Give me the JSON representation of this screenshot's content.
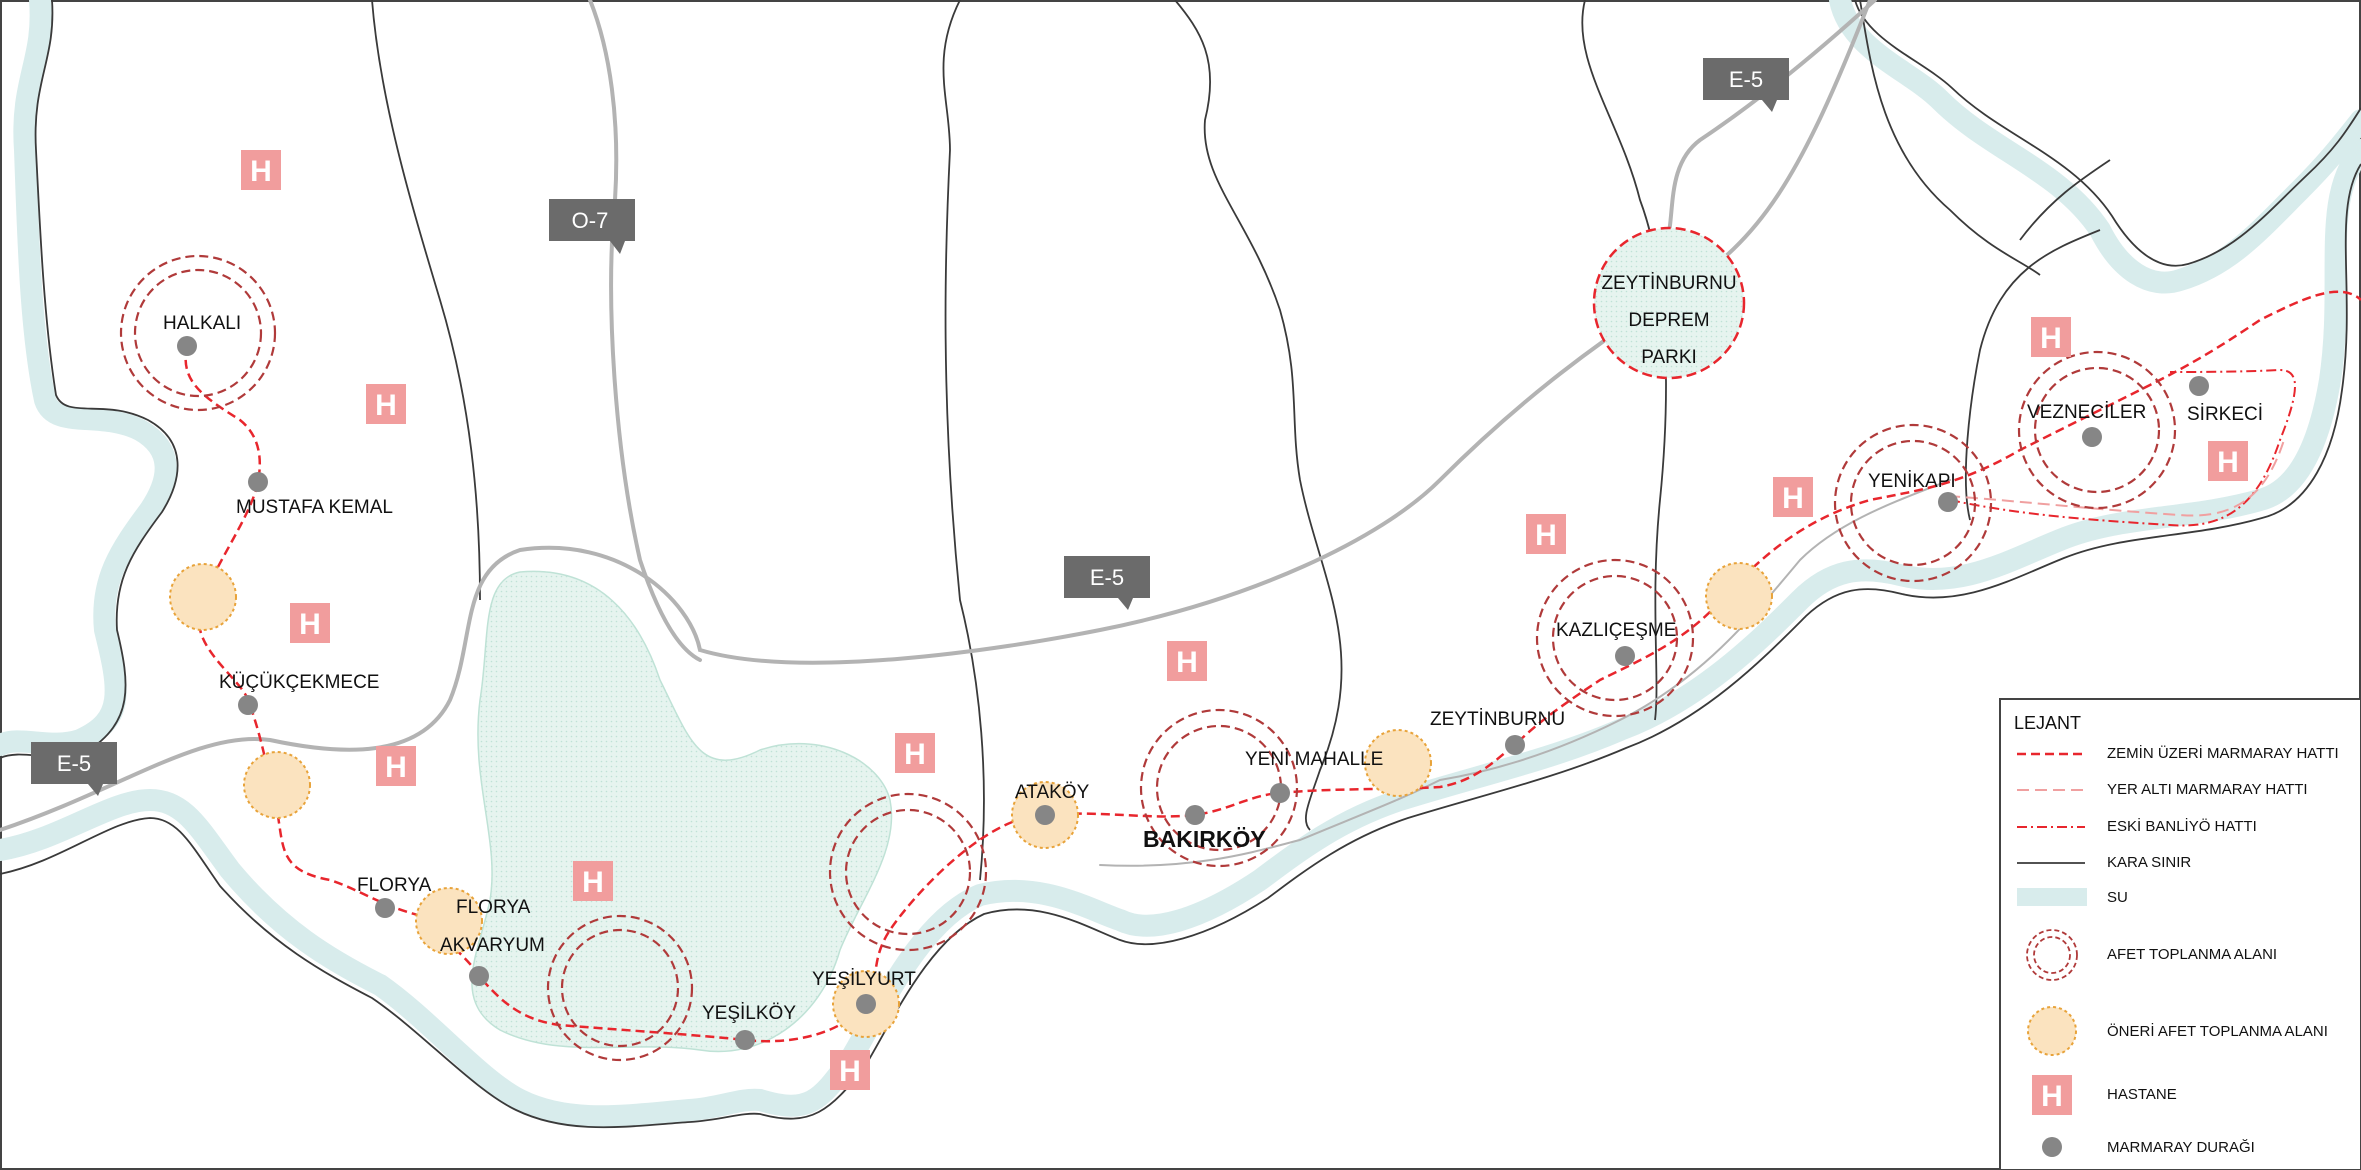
{
  "roads": [
    {
      "id": "o7",
      "label": "O-7"
    },
    {
      "id": "e5_west",
      "label": "E-5"
    },
    {
      "id": "e5_center",
      "label": "E-5"
    },
    {
      "id": "e5_north",
      "label": "E-5"
    }
  ],
  "stations": [
    {
      "id": "halkali",
      "label": "HALKALI"
    },
    {
      "id": "mustafa_kemal",
      "label": "MUSTAFA KEMAL"
    },
    {
      "id": "kucukcekmece",
      "label": "KÜÇÜKÇEKMECE"
    },
    {
      "id": "florya",
      "label": "FLORYA"
    },
    {
      "id": "florya_akvaryum_1",
      "label": "FLORYA"
    },
    {
      "id": "florya_akvaryum_2",
      "label": "AKVARYUM"
    },
    {
      "id": "yesilkoy",
      "label": "YEŞİLKÖY"
    },
    {
      "id": "yesilyurt",
      "label": "YEŞİLYURT"
    },
    {
      "id": "atakoy",
      "label": "ATAKÖY"
    },
    {
      "id": "bakirkoy",
      "label": "BAKIRKÖY"
    },
    {
      "id": "yeni_mahalle",
      "label": "YENİ MAHALLE"
    },
    {
      "id": "zeytinburnu",
      "label": "ZEYTİNBURNU"
    },
    {
      "id": "kazlicesme",
      "label": "KAZLIÇEŞME"
    },
    {
      "id": "yenikapi",
      "label": "YENİKAPI"
    },
    {
      "id": "vezneciler",
      "label": "VEZNECİLER"
    },
    {
      "id": "sirkeci",
      "label": "SİRKECİ"
    }
  ],
  "park": {
    "line1": "ZEYTİNBURNU",
    "line2": "DEPREM",
    "line3": "PARKI"
  },
  "hospital_letter": "H",
  "legend": {
    "title": "LEJANT",
    "items": [
      {
        "label": "ZEMİN ÜZERİ MARMARAY HATTI"
      },
      {
        "label": "YER ALTI MARMARAY HATTI"
      },
      {
        "label": "ESKİ BANLİYÖ HATTI"
      },
      {
        "label": "KARA SINIR"
      },
      {
        "label": "SU"
      },
      {
        "label": "AFET TOPLANMA ALANI"
      },
      {
        "label": "ÖNERİ AFET TOPLANMA ALANI"
      },
      {
        "label": "HASTANE"
      },
      {
        "label": "MARMARAY DURAĞI"
      }
    ]
  },
  "colors": {
    "water": "#d8ecec",
    "land_border": "#3a3a3a",
    "road": "#b3b3b3",
    "rail_surface": "#e8262d",
    "rail_underground": "#f0a0a0",
    "old_suburban": "#e8262d",
    "assembly_ring": "#b03a3a",
    "proposed_fill": "#fbe3bf",
    "proposed_ring": "#e8a33a",
    "hospital": "#f19d9d",
    "station": "#868686",
    "road_tag": "#6b6b6b",
    "park": "#e3f3ee"
  }
}
